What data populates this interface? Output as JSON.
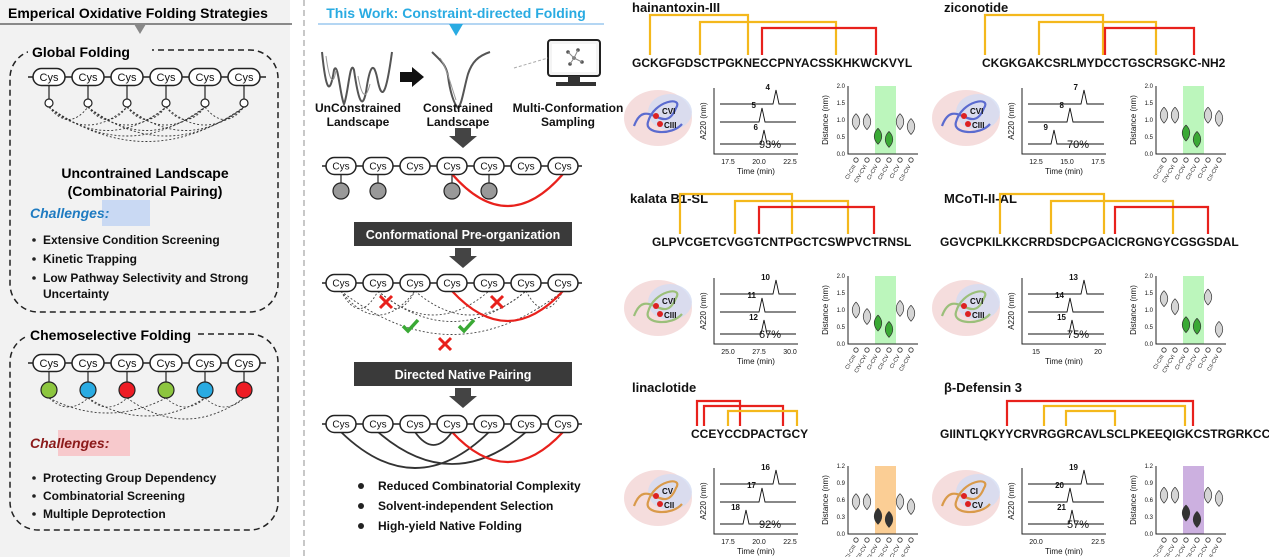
{
  "left": {
    "header": "Emperical Oxidative Folding Strategies",
    "global": {
      "title": "Global Folding",
      "subtitle1": "Uncontrained Landscape",
      "subtitle2": "(Combinatorial Pairing)",
      "challenges_label": "Challenges:",
      "bullets": [
        "Extensive Condition Screening",
        "Kinetic Trapping",
        "Low Pathway Selectivity and Strong",
        "Uncertainty"
      ]
    },
    "chemo": {
      "title": "Chemoselective Folding",
      "challenges_label": "Challenges:",
      "bullets": [
        "Protecting Group Dependency",
        "Combinatorial Screening",
        "Multiple Deprotection"
      ]
    },
    "cys": "Cys",
    "bead_colors": [
      "#8dc63f",
      "#29abe2",
      "#ed1c24",
      "#8dc63f",
      "#29abe2",
      "#ed1c24"
    ]
  },
  "middle": {
    "header": "This Work: Constraint-directed Folding",
    "landscape_labels": [
      [
        "UnConstrained",
        "Landscape"
      ],
      [
        "Constrained",
        "Landscape"
      ],
      [
        "Multi-Conformation",
        "Sampling"
      ]
    ],
    "step1": "Conformational Pre-organization",
    "step2": "Directed Native Pairing",
    "bullets": [
      "Reduced Combinatorial Complexity",
      "Solvent-independent Selection",
      "High-yield Native Folding"
    ],
    "cys": "Cys"
  },
  "peptides": [
    {
      "name": "hainantoxin-III",
      "sequence": "GCKGFGDSCTPGKNECCPNYACSSKHKWCKVYL",
      "peaks": [
        "4",
        "5",
        "6"
      ],
      "yield": "93%",
      "xticks": [
        "17.5",
        "20.0",
        "22.5"
      ],
      "labels": [
        "CVI",
        "CIII"
      ],
      "shade": "#b5f5b5"
    },
    {
      "name": "ziconotide",
      "sequence": "CKGKGAKCSRLMYDCCTGSCRSGKC-NH2",
      "peaks": [
        "7",
        "8",
        "9"
      ],
      "yield": "70%",
      "xticks": [
        "12.5",
        "15.0",
        "17.5"
      ],
      "labels": [
        "CVI",
        "CIII"
      ],
      "shade": "#b5f5b5"
    },
    {
      "name": "kalata B1-SL",
      "sequence": "GLPVCGETCVGGTCNTPGCTCSWPVCTRNSL",
      "peaks": [
        "10",
        "11",
        "12"
      ],
      "yield": "67%",
      "xticks": [
        "25.0",
        "27.5",
        "30.0"
      ],
      "labels": [
        "CVI",
        "CIII"
      ],
      "shade": "#b5f5b5"
    },
    {
      "name": "MCoTI-II-AL",
      "sequence": "GGVCPKILKKCRRDSDCPGACICRGNGYCGSGSDAL",
      "peaks": [
        "13",
        "14",
        "15"
      ],
      "yield": "75%",
      "xticks": [
        "15",
        "20"
      ],
      "labels": [
        "CVI",
        "CIII"
      ],
      "shade": "#b5f5b5"
    },
    {
      "name": "linaclotide",
      "sequence": "CCEYCCDPACTGCY",
      "peaks": [
        "16",
        "17",
        "18"
      ],
      "yield": "92%",
      "xticks": [
        "17.5",
        "20.0",
        "22.5"
      ],
      "labels": [
        "CV",
        "CII"
      ],
      "shade": "#fbc98a"
    },
    {
      "name": "β-Defensin 3",
      "sequence": "GIINTLQKYYCRVRGGRCAVLSCLPKEEQIGKCSTRGRKCCRRKK",
      "peaks": [
        "19",
        "20",
        "21"
      ],
      "yield": "57%",
      "xticks": [
        "20.0",
        "22.5"
      ],
      "labels": [
        "CI",
        "CV"
      ],
      "shade": "#c6a7dd"
    }
  ],
  "axes": {
    "hplc_y": "A220 (nm)",
    "hplc_x": "Time (min)",
    "violin_y": "Distance (nm)",
    "violin_cats_a": [
      "CI-CIII",
      "CIV-CVI",
      "CI-CIV",
      "CII-CV",
      "CI-CV",
      "CII-CIV"
    ],
    "violin_cats_b": [
      "CI-CIII",
      "CII-CV",
      "CI-CIV",
      "CII-CV",
      "CI-CV",
      "CII-CIV"
    ],
    "yticks_a": [
      "0.0",
      "0.5",
      "1.0",
      "1.5",
      "2.0"
    ],
    "yticks_b": [
      "0.0",
      "0.3",
      "0.6",
      "0.9",
      "1.2"
    ]
  },
  "colors": {
    "red": "#e8211c",
    "yellow": "#f4b81c",
    "dark": "#333333",
    "green": "#3aa935"
  }
}
